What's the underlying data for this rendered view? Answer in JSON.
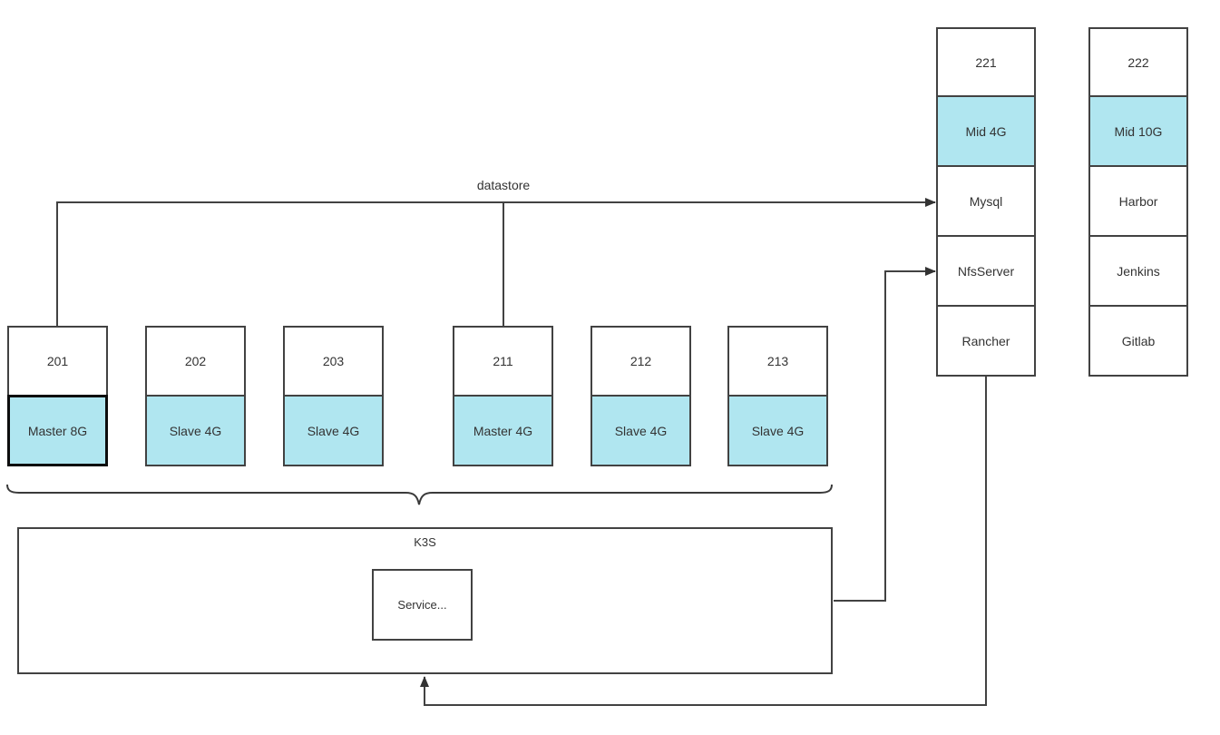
{
  "colors": {
    "highlight_fill": "#b0e6f0",
    "node_fill": "#ffffff",
    "border": "#424242",
    "text": "#333333",
    "arrow": "#333333",
    "background": "#ffffff"
  },
  "edge_labels": {
    "datastore": "datastore"
  },
  "cluster": {
    "label": "K3S",
    "service_label": "Service..."
  },
  "nodes": [
    {
      "id": "201",
      "role": "Master 8G"
    },
    {
      "id": "202",
      "role": "Slave 4G"
    },
    {
      "id": "203",
      "role": "Slave 4G"
    },
    {
      "id": "211",
      "role": "Master 4G"
    },
    {
      "id": "212",
      "role": "Slave 4G"
    },
    {
      "id": "213",
      "role": "Slave 4G"
    }
  ],
  "stacks": [
    {
      "header": "221",
      "mid": "Mid 4G",
      "services": [
        "Mysql",
        "NfsServer",
        "Rancher"
      ]
    },
    {
      "header": "222",
      "mid": "Mid 10G",
      "services": [
        "Harbor",
        "Jenkins",
        "Gitlab"
      ]
    }
  ]
}
